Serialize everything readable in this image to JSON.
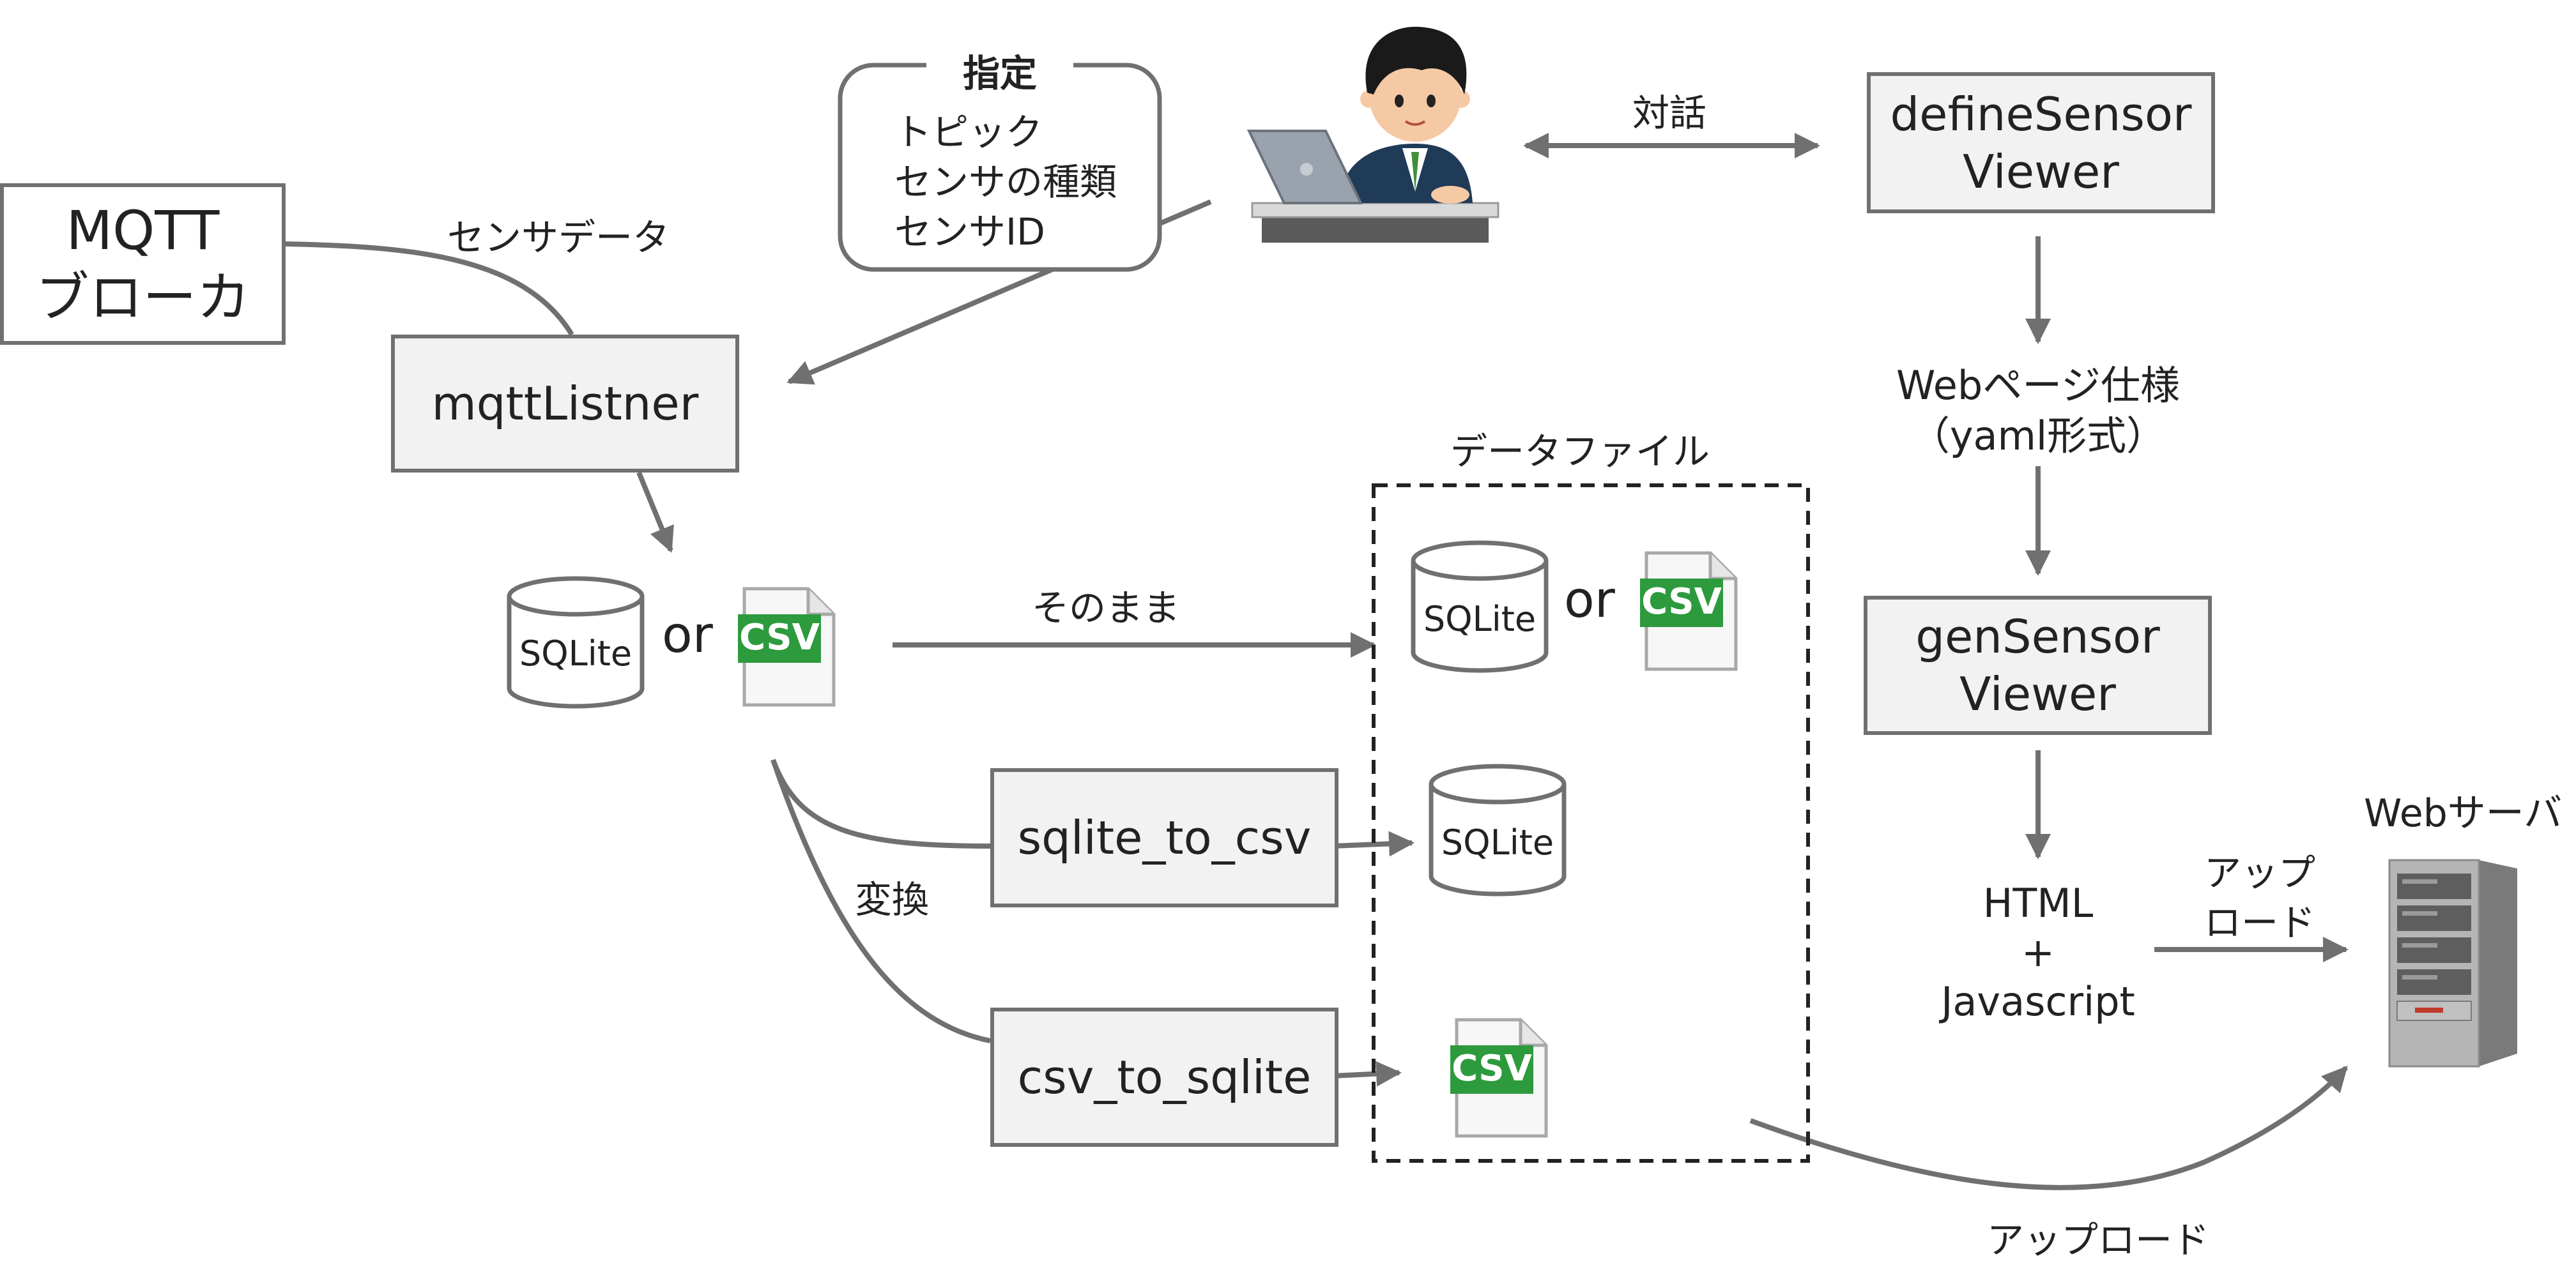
{
  "broker": {
    "line1": "MQTT",
    "line2": "ブローカ"
  },
  "sensor_data_label": "センサデータ",
  "listener": {
    "label": "mqttListner"
  },
  "spec_bubble": {
    "title": "指定",
    "items": [
      "トピック",
      "センサの種類",
      "センサID"
    ]
  },
  "dialogue_label": "対話",
  "define_viewer": {
    "line1": "defineSensor",
    "line2": "Viewer"
  },
  "web_page_spec": {
    "line1": "Webページ仕様",
    "line2": "（yaml形式）"
  },
  "gen_viewer": {
    "line1": "genSensor",
    "line2": "Viewer"
  },
  "output": {
    "line1": "HTML",
    "line2": "+",
    "line3": "Javascript"
  },
  "upload_short": {
    "line1": "アップ",
    "line2": "ロード"
  },
  "web_server_label": "Webサーバ",
  "upload_bottom": "アップロード",
  "data_files_label": "データファイル",
  "or_text": "or",
  "as_is_label": "そのまま",
  "convert_label": "変換",
  "sqlite_to_csv": "sqlite_to_csv",
  "csv_to_sqlite": "csv_to_sqlite",
  "sqlite_icon_text": "SQLite",
  "csv_icon_text": "CSV",
  "colors": {
    "line": "#707070",
    "box_fill": "#f2f2f2",
    "csv_green": "#2e9a3e"
  }
}
